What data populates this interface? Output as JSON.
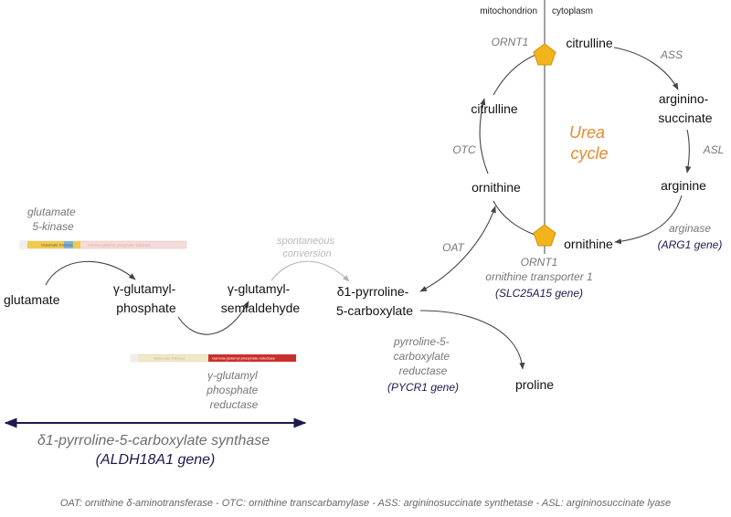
{
  "compartments": {
    "left": "mitochondrion",
    "right": "cytoplasm"
  },
  "metabolites": {
    "glutamate": "glutamate",
    "glutamyl_phosphate": [
      "γ-glutamyl-",
      "phosphate"
    ],
    "glutamyl_semialdehyde": [
      "γ-glutamyl-",
      "semialdehyde"
    ],
    "p5c": [
      "δ1-pyrroline-",
      "5-carboxylate"
    ],
    "proline": "proline",
    "ornithine_mito": "ornithine",
    "citrulline_mito": "citrulline",
    "citrulline_cyto": "citrulline",
    "argininosuccinate": [
      "arginino-",
      "succinate"
    ],
    "arginine": "arginine",
    "ornithine_cyto": "ornithine"
  },
  "enzymes": {
    "g5k": [
      "glutamate",
      "5-kinase"
    ],
    "gpr": [
      "γ-glutamyl",
      "phosphate",
      "reductase"
    ],
    "spontaneous": [
      "spontaneous",
      "conversion"
    ],
    "oat": "OAT",
    "otc": "OTC",
    "ornt1_top": "ORNT1",
    "ass": "ASS",
    "asl": "ASL",
    "arginase": "arginase",
    "arg1_gene": "(ARG1 gene)",
    "ornt1_bottom": "ORNT1",
    "ornt1_full": "ornithine transporter 1",
    "slc25a15_gene": "(SLC25A15 gene)",
    "pycr": [
      "pyrroline-5-",
      "carboxylate",
      "reductase"
    ],
    "pycr1_gene": "(PYCR1 gene)"
  },
  "urea_cycle": [
    "Urea",
    "cycle"
  ],
  "synthase": {
    "name": "δ1-pyrroline-5-carboxylate synthase",
    "gene": "(ALDH18A1 gene)"
  },
  "domains": {
    "kinase": "Glutamate 5-kinase",
    "reductase": "Gamma-glutamyl phosphate reductase"
  },
  "footnote": "OAT: ornithine δ-aminotransferase - OTC: ornithine transcarbamylase - ASS: argininosuccinate synthetase - ASL: argininosuccinate lyase",
  "colors": {
    "urea_text": "#e88a2e",
    "gene_text": "#1d1a4e",
    "transporter_fill": "#f2b41d",
    "kinase_domain": "#f2c94c",
    "reductase_domain": "#c9302c"
  }
}
